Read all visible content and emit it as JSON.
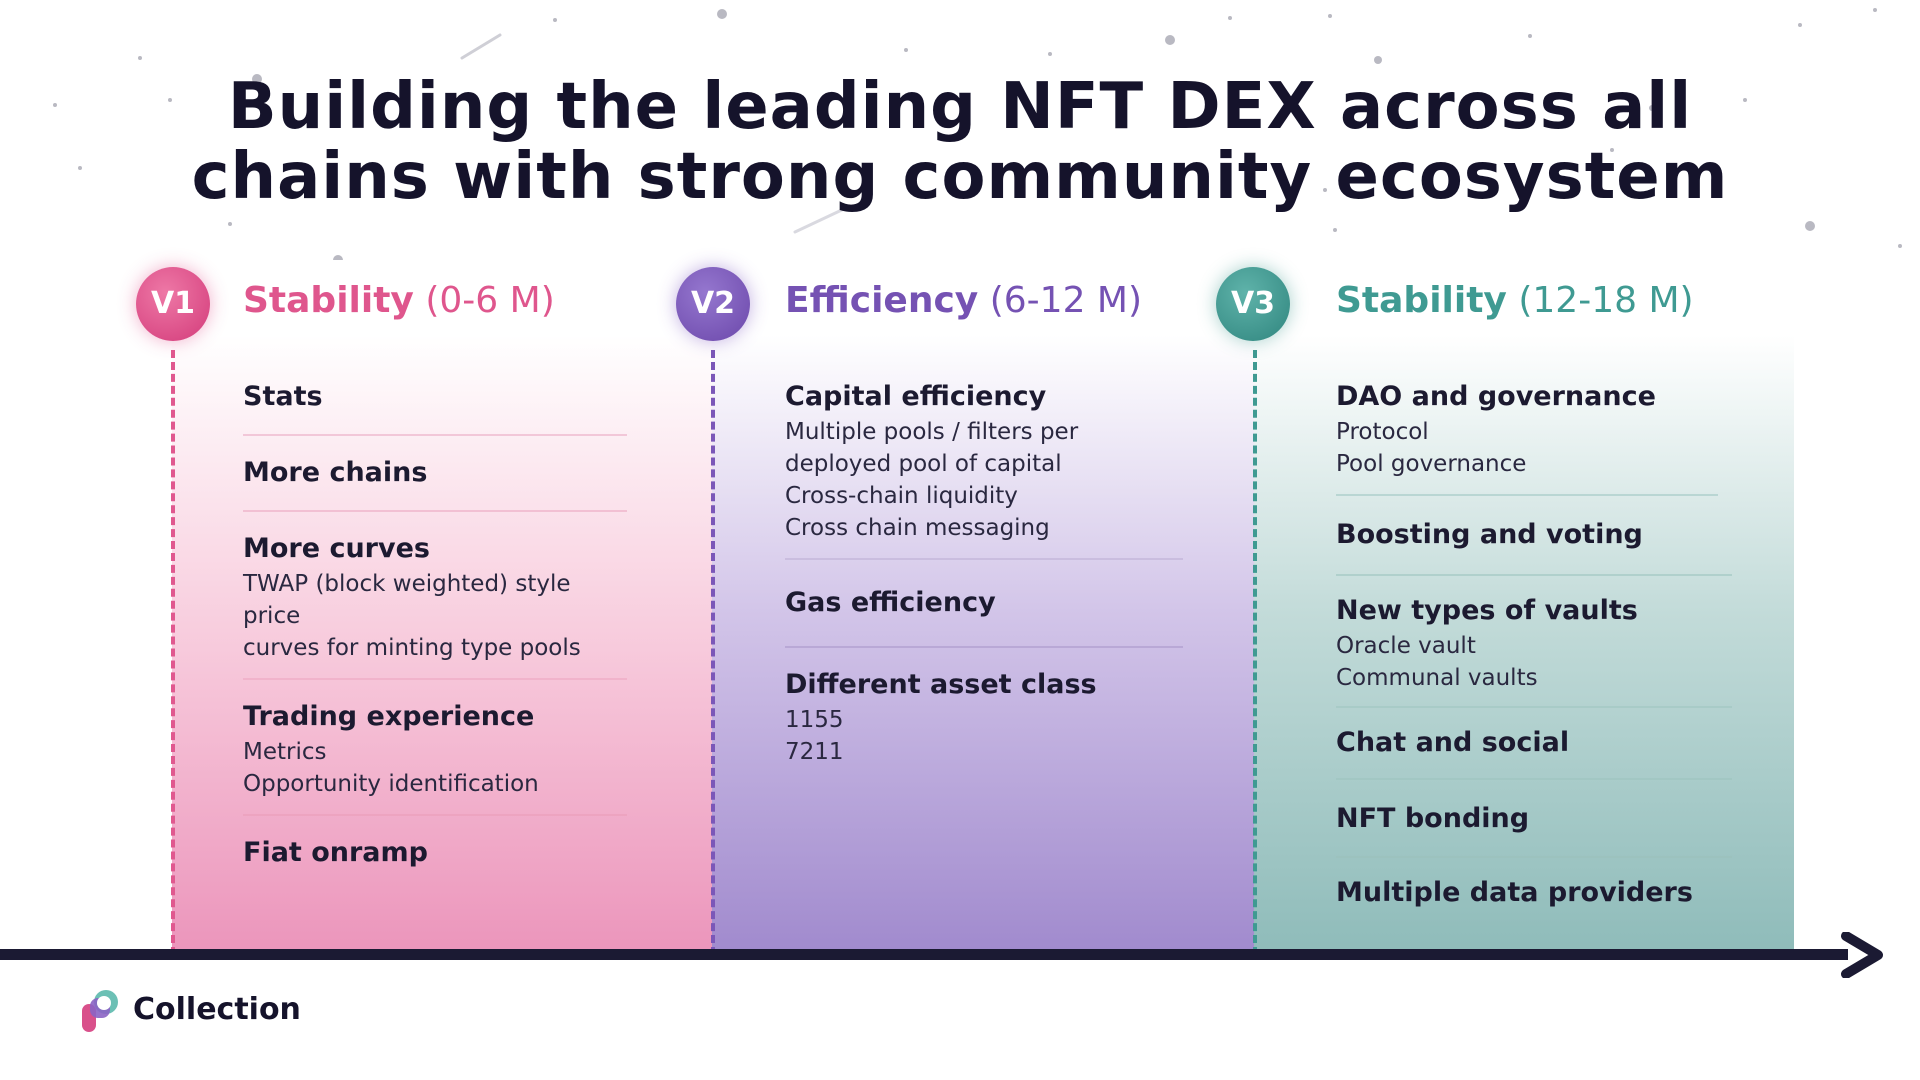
{
  "title": {
    "line1": "Building the leading NFT DEX across all",
    "line2": "chains with strong community ecosystem"
  },
  "columns": [
    {
      "badge": "V1",
      "name": "Stability",
      "range": "(0-6 M)",
      "color": "#d94d86",
      "items": [
        {
          "title": "Stats",
          "lines": []
        },
        {
          "title": "More chains",
          "lines": []
        },
        {
          "title": "More curves",
          "lines": [
            "TWAP (block weighted) style price",
            "curves for minting type pools"
          ]
        },
        {
          "title": "Trading experience",
          "lines": [
            "Metrics",
            "Opportunity identification"
          ]
        },
        {
          "title": "Fiat onramp",
          "lines": []
        }
      ]
    },
    {
      "badge": "V2",
      "name": "Efficiency",
      "range": "(6-12 M)",
      "color": "#7b57b8",
      "items": [
        {
          "title": "Capital efficiency",
          "lines": [
            "Multiple pools / filters per",
            "deployed pool of capital",
            "Cross-chain liquidity",
            "Cross chain messaging"
          ]
        },
        {
          "title": "Gas efficiency",
          "lines": []
        },
        {
          "title": "Different asset class",
          "lines": [
            "1155",
            "7211"
          ]
        }
      ]
    },
    {
      "badge": "V3",
      "name": "Stability",
      "range": "(12-18 M)",
      "color": "#3f9a92",
      "items": [
        {
          "title": "DAO and governance",
          "lines": [
            "Protocol",
            "Pool governance"
          ]
        },
        {
          "title": "Boosting and voting",
          "lines": []
        },
        {
          "title": "New types of vaults",
          "lines": [
            "Oracle vault",
            "Communal vaults"
          ]
        },
        {
          "title": "Chat and social",
          "lines": []
        },
        {
          "title": "NFT bonding",
          "lines": []
        },
        {
          "title": "Multiple data providers",
          "lines": []
        }
      ]
    }
  ],
  "brand": {
    "name": "Collection"
  }
}
